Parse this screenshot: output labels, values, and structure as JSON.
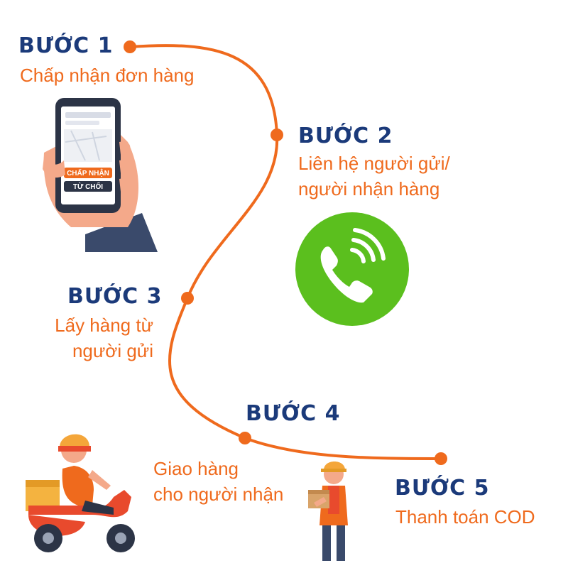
{
  "steps": [
    {
      "title": "BƯỚC 1",
      "lines": [
        "Chấp nhận đơn hàng"
      ]
    },
    {
      "title": "BƯỚC 2",
      "lines": [
        "Liên hệ người gửi/",
        "người nhận hàng"
      ]
    },
    {
      "title": "BƯỚC 3",
      "lines": [
        "Lấy hàng từ",
        "người gửi"
      ]
    },
    {
      "title": "BƯỚC 4",
      "lines": [
        "Giao hàng",
        "cho người nhận"
      ]
    },
    {
      "title": "BƯỚC 5",
      "lines": [
        "Thanh toán COD"
      ]
    }
  ],
  "phone": {
    "accept_label": "CHẤP NHẬN",
    "reject_label": "TỪ CHỐI"
  },
  "colors": {
    "accent": "#ef6a1d",
    "title": "#1b3a7a",
    "call_green": "#5bbf1e"
  },
  "icons": [
    "phone-in-hand-icon",
    "phone-call-icon",
    "delivery-scooter-icon",
    "courier-with-box-icon"
  ]
}
